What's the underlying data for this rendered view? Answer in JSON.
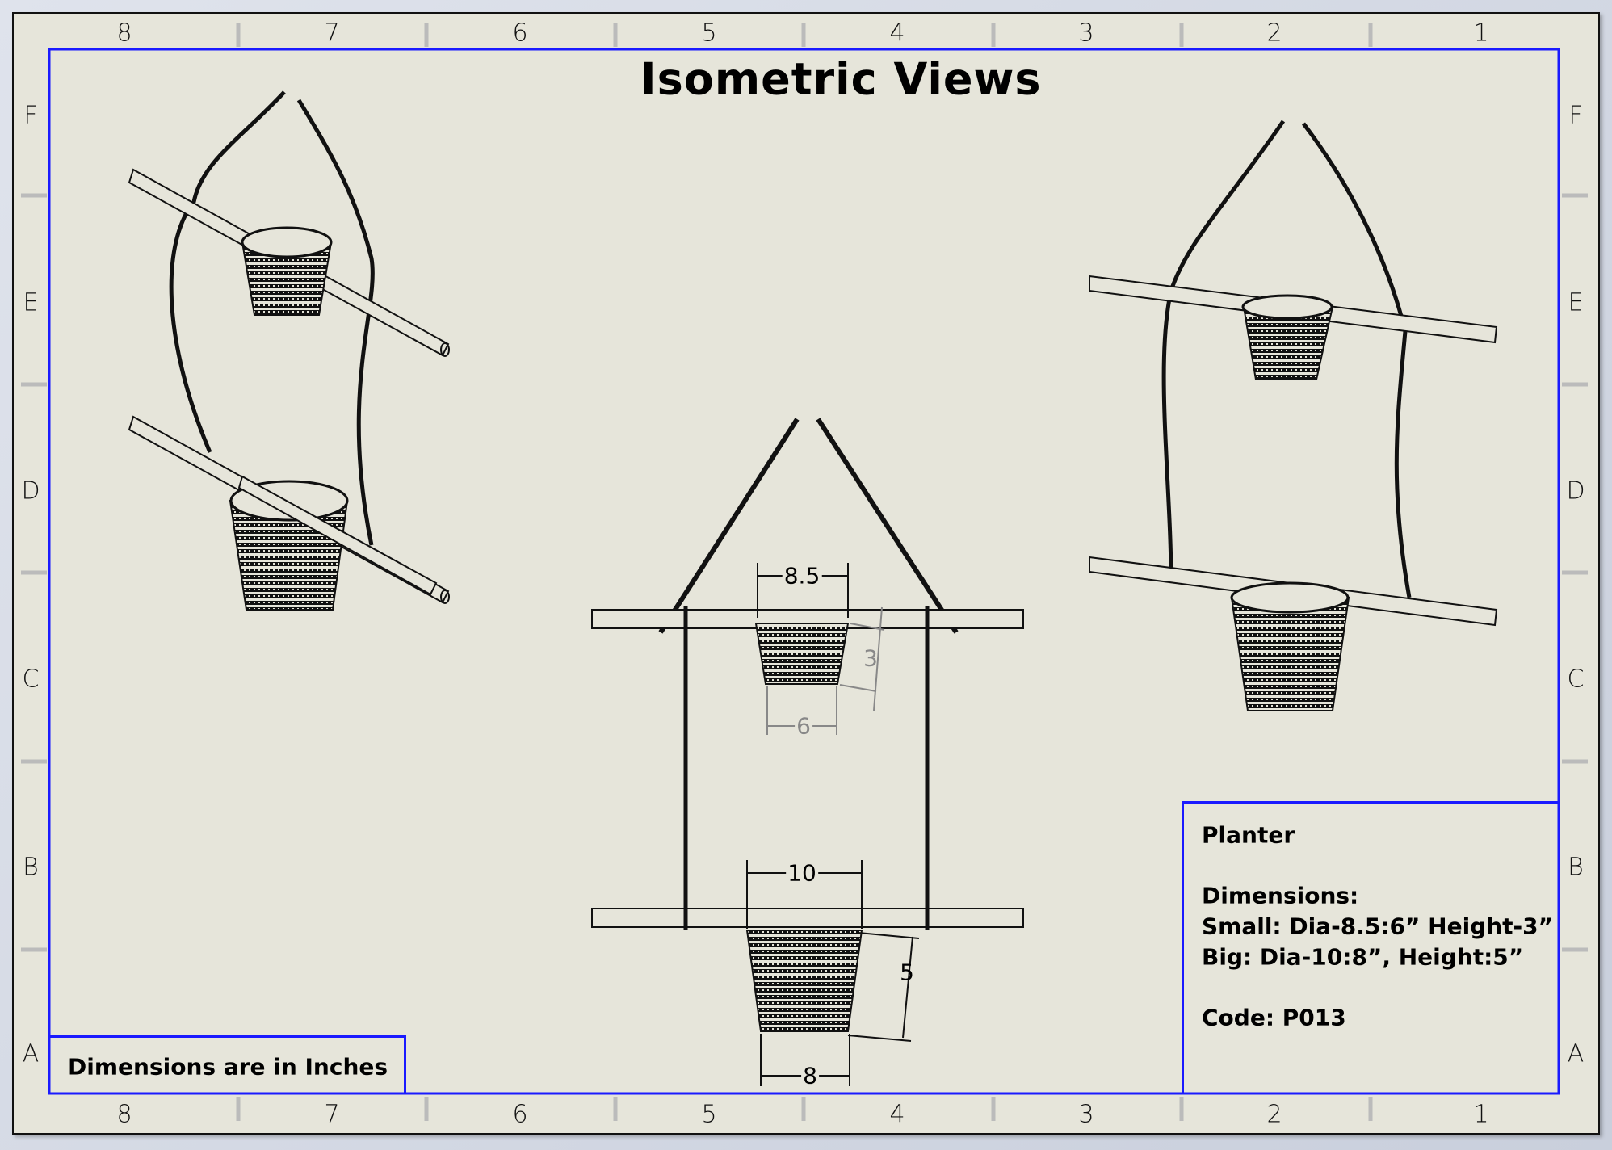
{
  "title": "Isometric Views",
  "border": {
    "columns": [
      "8",
      "7",
      "6",
      "5",
      "4",
      "3",
      "2",
      "1"
    ],
    "rows": [
      "F",
      "E",
      "D",
      "C",
      "B",
      "A"
    ]
  },
  "units_note": "Dimensions are in Inches",
  "title_block": {
    "name": "Planter",
    "dimensions_heading": "Dimensions:",
    "small": "Small: Dia-8.5:6” Height-3”",
    "big": "Big: Dia-10:8”, Height:5”",
    "code": "Code: P013"
  },
  "dimensions": {
    "small_top_dia": "8.5",
    "small_height": "3",
    "small_bottom_dia": "6",
    "big_top_dia": "10",
    "big_height": "5",
    "big_bottom_dia": "8"
  },
  "colors": {
    "frame": "#1a1aff",
    "paper": "#e6e5da"
  }
}
